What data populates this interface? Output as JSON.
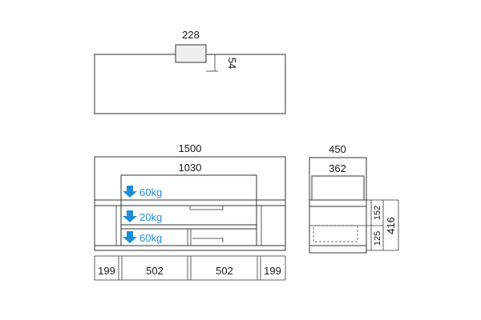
{
  "colors": {
    "line": "#333333",
    "load_arrow": "#1e8fd6",
    "shade": "#efefef"
  },
  "icons": {
    "load_arrow": "down-arrow-icon"
  },
  "top_view": {
    "cable_hole_width": "228",
    "cable_hole_depth": "54"
  },
  "front_view": {
    "overall_width": "1500",
    "inner_width": "1030",
    "shelf_loads": [
      "60kg",
      "20kg",
      "60kg"
    ],
    "bottom_widths": [
      "199",
      "502",
      "502",
      "199"
    ]
  },
  "side_view": {
    "overall_depth": "450",
    "inner_depth": "362",
    "upper_clearance": "152",
    "lower_clearance": "125",
    "overall_height": "416"
  }
}
